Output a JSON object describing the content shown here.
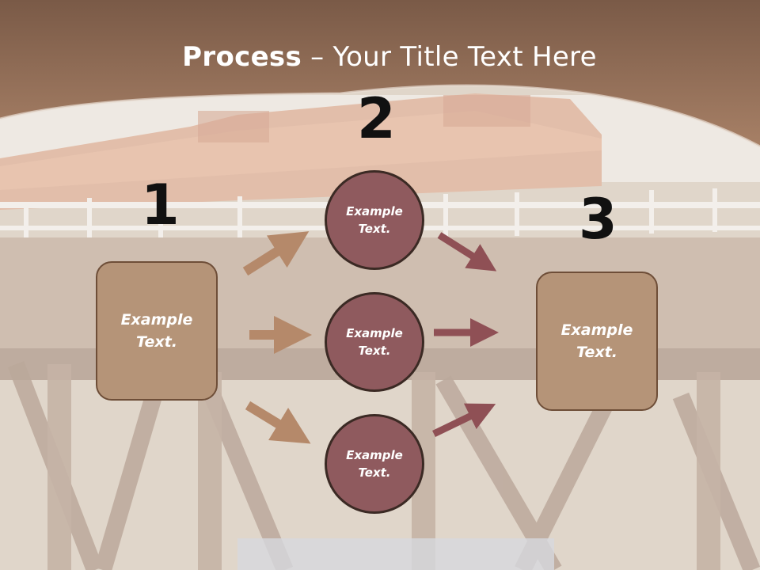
{
  "slide": {
    "title_strong": "Process",
    "title_rest": " – Your Title Text Here",
    "numbers": [
      "1",
      "2",
      "3"
    ],
    "left_box": "Example Text.",
    "right_box": "Example Text.",
    "circles": [
      "Example Text.",
      "Example Text.",
      "Example Text."
    ]
  },
  "colors": {
    "header": "#8a6650",
    "box_fill": "#b59478",
    "circle_fill": "#8f5a5e",
    "arrow_tan": "#b5896a",
    "arrow_maroon": "#8f5055"
  }
}
